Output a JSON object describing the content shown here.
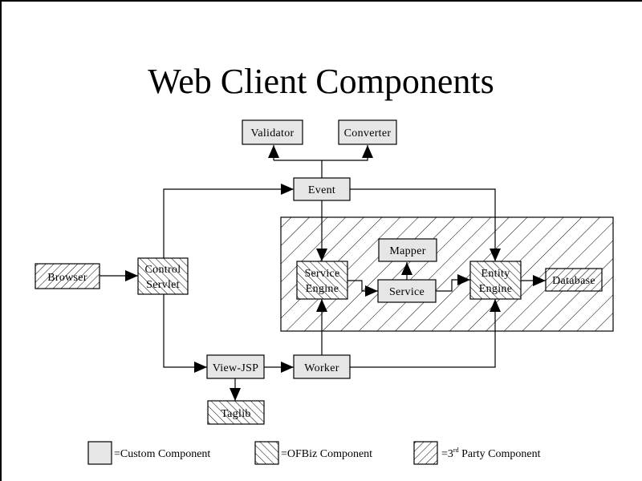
{
  "title": "Web Client Components",
  "colors": {
    "custom_fill": "#e6e6e6",
    "line": "#000000",
    "background": "#ffffff"
  },
  "nodes": {
    "validator": {
      "label": "Validator",
      "type": "custom"
    },
    "converter": {
      "label": "Converter",
      "type": "custom"
    },
    "event": {
      "label": "Event",
      "type": "custom"
    },
    "browser": {
      "label": "Browser",
      "type": "third_party"
    },
    "control_servlet": {
      "label_line1": "Control",
      "label_line2": "Servlet",
      "type": "ofbiz"
    },
    "service_engine": {
      "label_line1": "Service",
      "label_line2": "Engine",
      "type": "ofbiz"
    },
    "mapper": {
      "label": "Mapper",
      "type": "custom"
    },
    "service": {
      "label": "Service",
      "type": "custom"
    },
    "entity_engine": {
      "label_line1": "Entity",
      "label_line2": "Engine",
      "type": "ofbiz"
    },
    "database": {
      "label": "Database",
      "type": "third_party"
    },
    "view_jsp": {
      "label": "View-JSP",
      "type": "custom"
    },
    "worker": {
      "label": "Worker",
      "type": "custom"
    },
    "taglib": {
      "label": "Taglib",
      "type": "ofbiz"
    }
  },
  "edges": [
    {
      "from": "browser",
      "to": "control_servlet"
    },
    {
      "from": "control_servlet",
      "to": "event"
    },
    {
      "from": "control_servlet",
      "to": "view_jsp"
    },
    {
      "from": "event",
      "to": "validator"
    },
    {
      "from": "event",
      "to": "converter"
    },
    {
      "from": "event",
      "to": "service_engine"
    },
    {
      "from": "event",
      "to": "entity_engine"
    },
    {
      "from": "service_engine",
      "to": "service"
    },
    {
      "from": "service",
      "to": "mapper"
    },
    {
      "from": "service",
      "to": "entity_engine"
    },
    {
      "from": "entity_engine",
      "to": "database"
    },
    {
      "from": "view_jsp",
      "to": "worker"
    },
    {
      "from": "view_jsp",
      "to": "taglib"
    },
    {
      "from": "worker",
      "to": "service_engine"
    },
    {
      "from": "worker",
      "to": "entity_engine"
    }
  ],
  "legend": {
    "custom": "=Custom Component",
    "ofbiz": "=OFBiz Component",
    "third_party_prefix": "=3",
    "third_party_sup": "rd",
    "third_party_suffix": " Party Component"
  }
}
